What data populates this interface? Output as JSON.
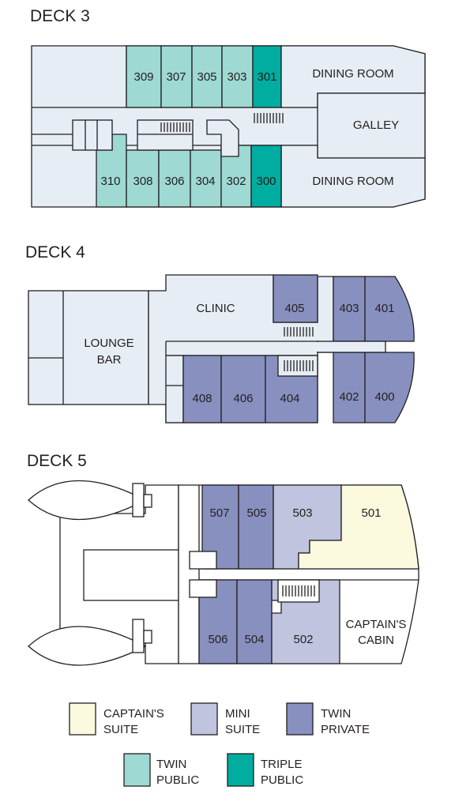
{
  "colors": {
    "corridor": "#e6edf5",
    "twin_public": "#9ed9d3",
    "triple_public": "#00ada0",
    "twin_private": "#8890c0",
    "mini_suite": "#c0c4de",
    "captains_suite": "#fbfadf",
    "outline": "#231f20"
  },
  "deck3": {
    "title": "DECK 3",
    "cabins_top": [
      "309",
      "307",
      "305",
      "303",
      "301"
    ],
    "cabins_bottom": [
      "310",
      "308",
      "306",
      "304",
      "302",
      "300"
    ],
    "dining_top": "DINING ROOM",
    "galley": "GALLEY",
    "dining_bottom": "DINING ROOM"
  },
  "deck4": {
    "title": "DECK 4",
    "lounge_line1": "LOUNGE",
    "lounge_line2": "BAR",
    "clinic": "CLINIC",
    "cabins": [
      "405",
      "403",
      "401",
      "408",
      "406",
      "404",
      "402",
      "400"
    ]
  },
  "deck5": {
    "title": "DECK 5",
    "cabins": [
      "507",
      "505",
      "503",
      "501",
      "506",
      "504",
      "502"
    ],
    "captain_line1": "CAPTAIN'S",
    "captain_line2": "CABIN"
  },
  "legend": {
    "captains_suite_1": "CAPTAIN'S",
    "captains_suite_2": "SUITE",
    "mini_suite_1": "MINI",
    "mini_suite_2": "SUITE",
    "twin_private_1": "TWIN",
    "twin_private_2": "PRIVATE",
    "twin_public_1": "TWIN",
    "twin_public_2": "PUBLIC",
    "triple_public_1": "TRIPLE",
    "triple_public_2": "PUBLIC"
  }
}
